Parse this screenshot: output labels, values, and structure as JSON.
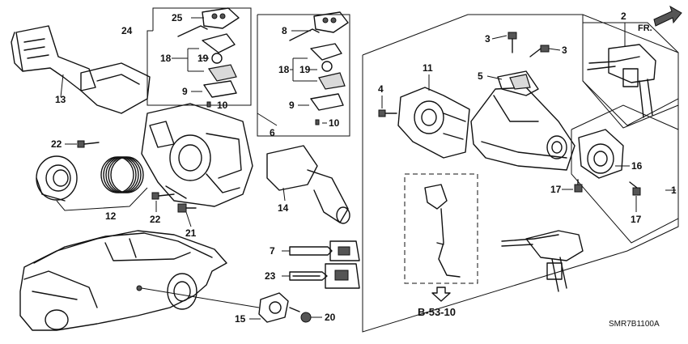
{
  "callouts": {
    "c1": "1",
    "c2": "2",
    "c3a": "3",
    "c3b": "3",
    "c4": "4",
    "c5": "5",
    "c6": "6",
    "c7": "7",
    "c8": "8",
    "c9a": "9",
    "c9b": "9",
    "c10a": "10",
    "c10b": "10",
    "c11": "11",
    "c12": "12",
    "c13": "13",
    "c14": "14",
    "c15": "15",
    "c16": "16",
    "c17a": "17",
    "c17b": "17",
    "c18a": "18",
    "c18b": "18",
    "c19a": "19",
    "c19b": "19",
    "c20": "20",
    "c21": "21",
    "c22a": "22",
    "c22b": "22",
    "c23": "23",
    "c24": "24",
    "c25": "25"
  },
  "reference": "B-53-10",
  "front_marker": "FR.",
  "diagram_code": "SMR7B1100A"
}
